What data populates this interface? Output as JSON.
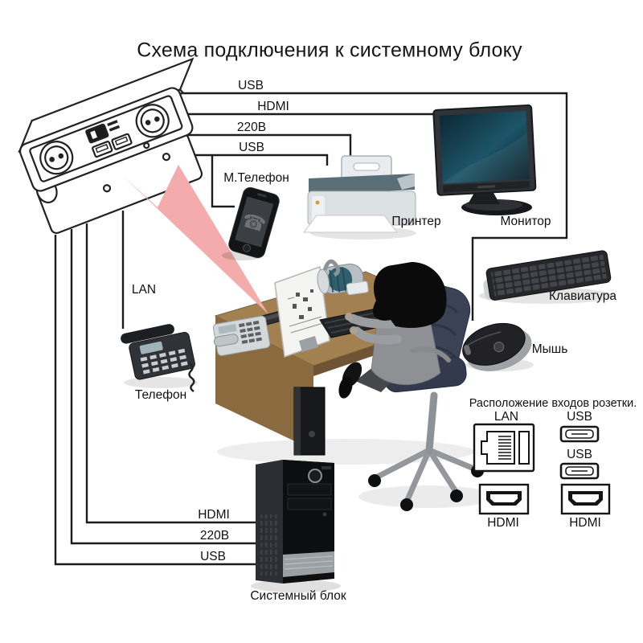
{
  "title": "Схема подключения к системному блоку",
  "colors": {
    "line": "#1c1c1c",
    "arrow_pink": "#f3acab",
    "desk_brown": "#a28050",
    "background": "#ffffff"
  },
  "cable_labels": {
    "usb_top": "USB",
    "hdmi_top": "HDMI",
    "power_top": "220В",
    "usb_mid": "USB",
    "lan": "LAN",
    "hdmi_bottom": "HDMI",
    "power_bottom": "220В",
    "usb_bottom": "USB"
  },
  "device_labels": {
    "mobile_phone": "М.Телефон",
    "printer": "Принтер",
    "monitor": "Монитор",
    "keyboard": "Клавиатура",
    "mouse": "Мышь",
    "desk_phone": "Телефон",
    "system_unit": "Системный блок"
  },
  "legend": {
    "title": "Расположение входов розетки.",
    "lan": "LAN",
    "usb_1": "USB",
    "usb_2": "USB",
    "hdmi_1": "HDMI",
    "hdmi_2": "HDMI"
  },
  "icons": {
    "socket_module": "pop-up-desk-socket-drawing",
    "power_arrow": "pink-lightning-arrow",
    "lan_port": "rj45-outline",
    "usb_port": "usb-a-outline",
    "hdmi_port": "hdmi-outline"
  }
}
